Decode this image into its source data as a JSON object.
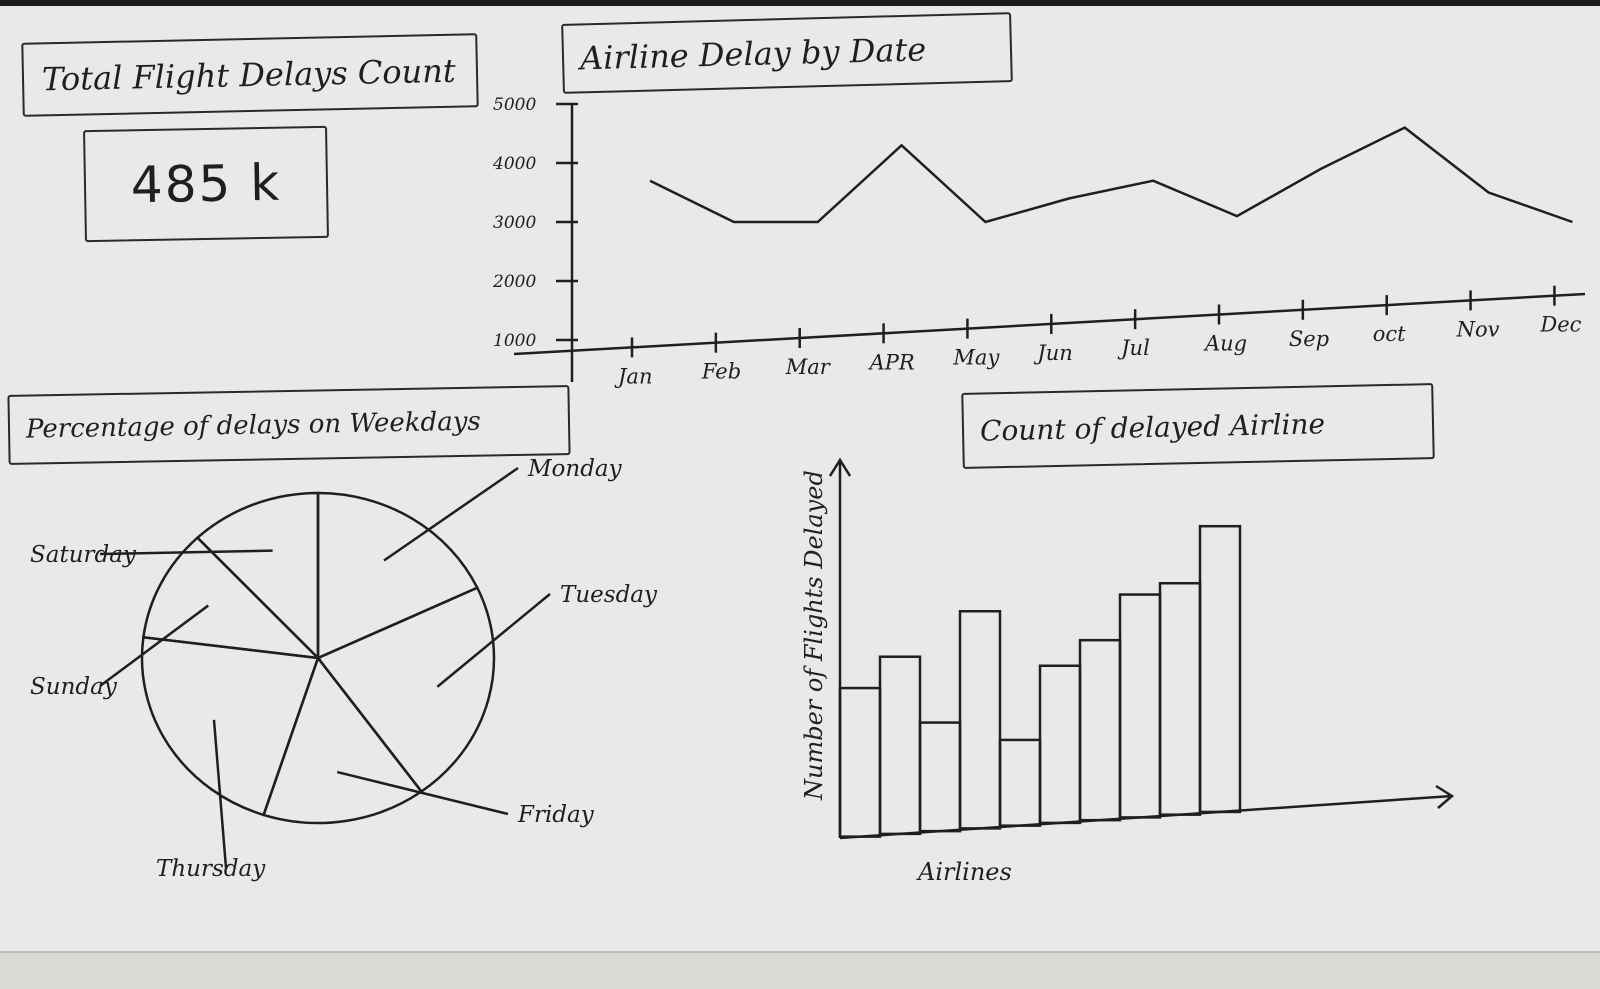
{
  "kpi": {
    "title": "Total Flight Delays Count",
    "value": "485 k"
  },
  "chart_data": [
    {
      "type": "line",
      "title": "Airline Delay by Date",
      "categories": [
        "Jan",
        "Feb",
        "Mar",
        "APR",
        "May",
        "Jun",
        "Jul",
        "Aug",
        "Sep",
        "oct",
        "Nov",
        "Dec"
      ],
      "values": [
        3700,
        3000,
        3000,
        4300,
        3000,
        3400,
        3700,
        3100,
        3900,
        4600,
        3500,
        3000
      ],
      "ylim": [
        1000,
        5000
      ],
      "yticks": [
        "5000",
        "4000",
        "3000",
        "2000",
        "1000"
      ],
      "ytick_values": [
        5000,
        4000,
        3000,
        2000,
        1000
      ]
    },
    {
      "type": "pie",
      "title": "Percentage of delays on Weekdays",
      "labels": [
        "Monday",
        "Tuesday",
        "Friday",
        "Thursday",
        "Sunday",
        "Saturday"
      ],
      "values": [
        18,
        22,
        15,
        22,
        11,
        12
      ]
    },
    {
      "type": "bar",
      "title": "Count of delayed Airline",
      "xlabel": "Airlines",
      "ylabel": "Number of Flights Delayed",
      "values": [
        52,
        62,
        38,
        76,
        30,
        55,
        63,
        78,
        81,
        100
      ],
      "ylim": [
        0,
        105
      ]
    }
  ]
}
